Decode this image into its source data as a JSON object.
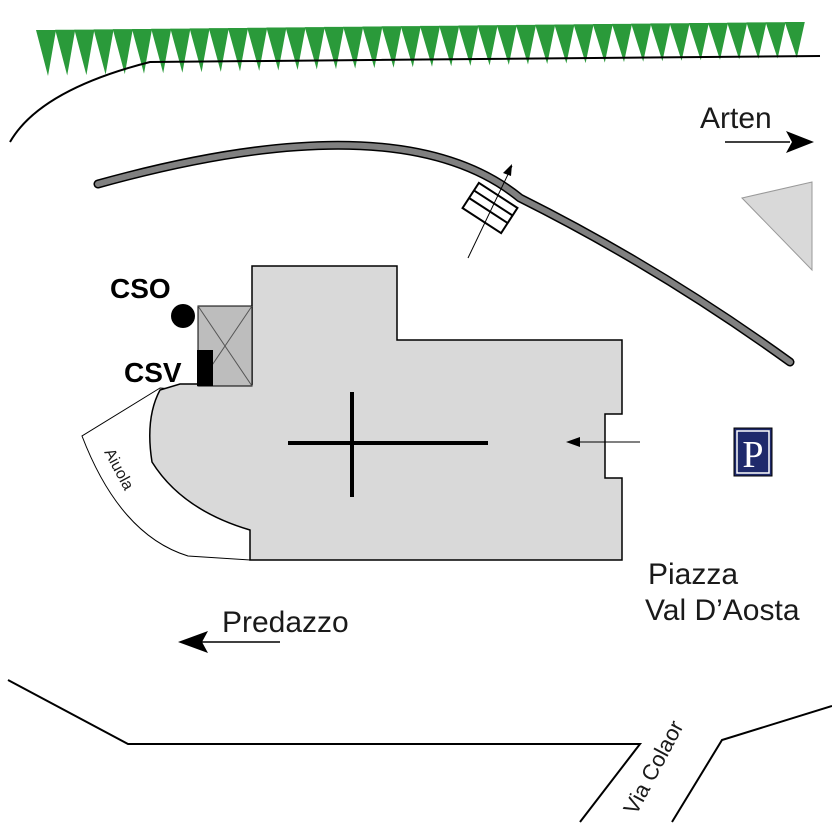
{
  "labels": {
    "arten": "Arten",
    "predazzo": "Predazzo",
    "piazza_line1": "Piazza",
    "piazza_line2": "Val D’Aosta",
    "via_colaor": "Via Colaor",
    "aiuola": "Aiuola",
    "cso": "CSO",
    "csv": "CSV",
    "parking": "P"
  },
  "colors": {
    "trees": "#2a9a3a",
    "building_fill": "#d9d9d9",
    "annex_fill": "#bdbdbd",
    "path_fill": "#808080",
    "parking_bg": "#1f2a6b",
    "parking_text": "#ffffff",
    "lines": "#000000"
  },
  "icons": {
    "church": "cross-icon",
    "parking": "parking-icon"
  }
}
